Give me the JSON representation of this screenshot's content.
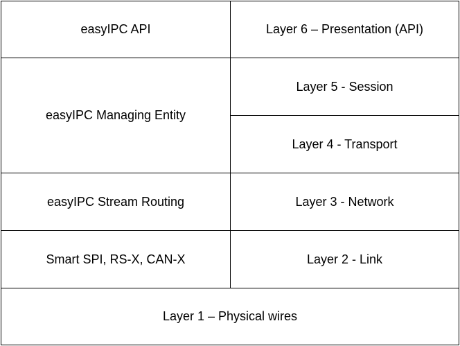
{
  "rows": {
    "api": {
      "left": "easyIPC API",
      "right": "Layer 6 – Presentation (API)"
    },
    "managing": {
      "left": "easyIPC Managing Entity",
      "right_top": "Layer 5 - Session",
      "right_bottom": "Layer 4 - Transport"
    },
    "routing": {
      "left": "easyIPC Stream Routing",
      "right": "Layer 3 - Network"
    },
    "link": {
      "left": "Smart SPI, RS-X, CAN-X",
      "right": "Layer 2 - Link"
    },
    "physical": {
      "full": "Layer 1 – Physical wires"
    }
  }
}
